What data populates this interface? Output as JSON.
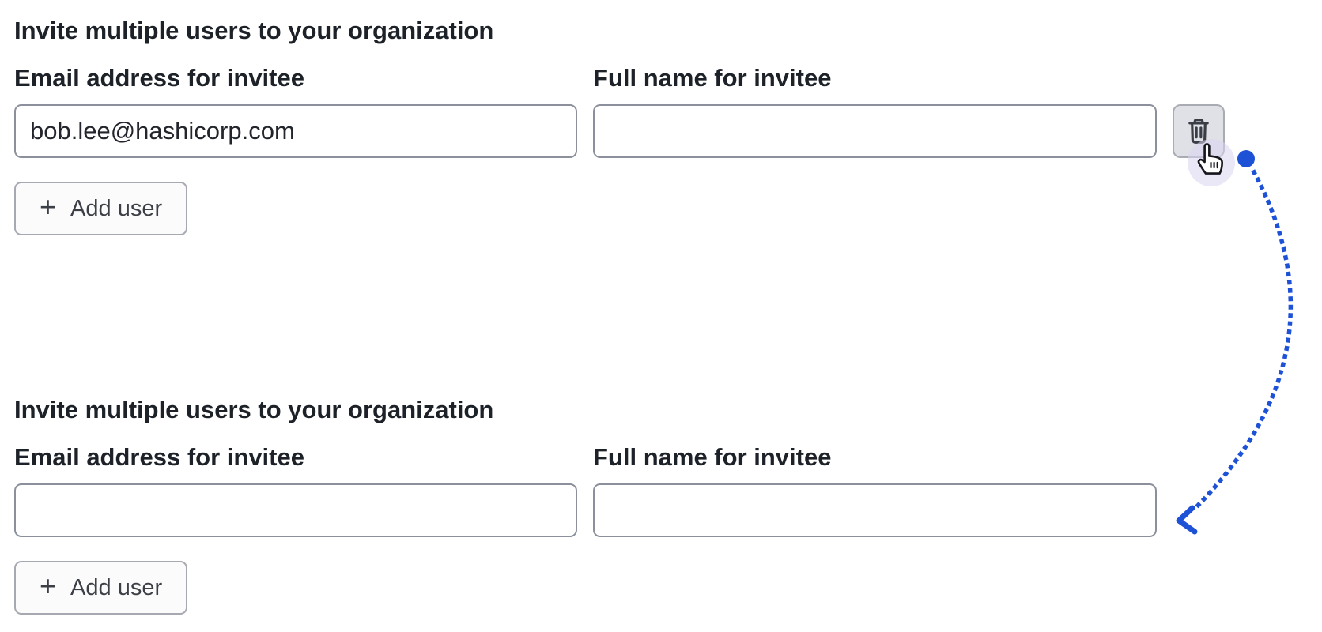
{
  "colors": {
    "accent_blue": "#1e52d6",
    "cursor_halo": "#d8d6f0",
    "input_border": "#8b909c",
    "button_border": "#a6a9b1",
    "trash_button_bg": "#dfe1e6",
    "add_button_bg": "#fbfbfc",
    "text_primary": "#1d2128",
    "icon_color": "#3a3d45"
  },
  "icons": {
    "delete": "trash-icon",
    "add": "plus-icon",
    "cursor": "pointer-hand-icon"
  },
  "sections": [
    {
      "heading": "Invite multiple users to your organization",
      "fields": [
        {
          "label": "Email address for invitee",
          "value": "bob.lee@hashicorp.com"
        },
        {
          "label": "Full name for invitee",
          "value": ""
        }
      ],
      "add_user": {
        "icon": "+",
        "label": "Add user"
      }
    },
    {
      "heading": "Invite multiple users to your organization",
      "fields": [
        {
          "label": "Email address for invitee",
          "value": ""
        },
        {
          "label": "Full name for invitee",
          "value": ""
        }
      ],
      "add_user": {
        "icon": "+",
        "label": "Add user"
      }
    }
  ]
}
